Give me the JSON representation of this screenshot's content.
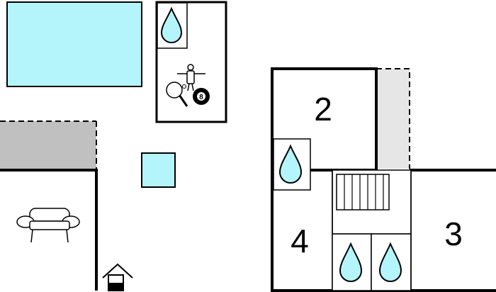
{
  "floorplan": {
    "rooms": [
      {
        "id": "room-2",
        "label": "2"
      },
      {
        "id": "room-3",
        "label": "3"
      },
      {
        "id": "room-4",
        "label": "4"
      }
    ],
    "game_room": {
      "icons": [
        "water-drop-icon",
        "table-football-icon",
        "table-tennis-icon",
        "billiard-ball-icon"
      ],
      "billiard_ball_number": "8"
    },
    "living_room": {
      "icons": [
        "sofa-icon"
      ]
    },
    "entrance": {
      "icons": [
        "entrance-house-icon"
      ]
    },
    "colors": {
      "water": "#b4f5fc",
      "terrace": "#c0c0c0",
      "terrace_light": "#e6e6e6",
      "wall": "#000000"
    }
  }
}
